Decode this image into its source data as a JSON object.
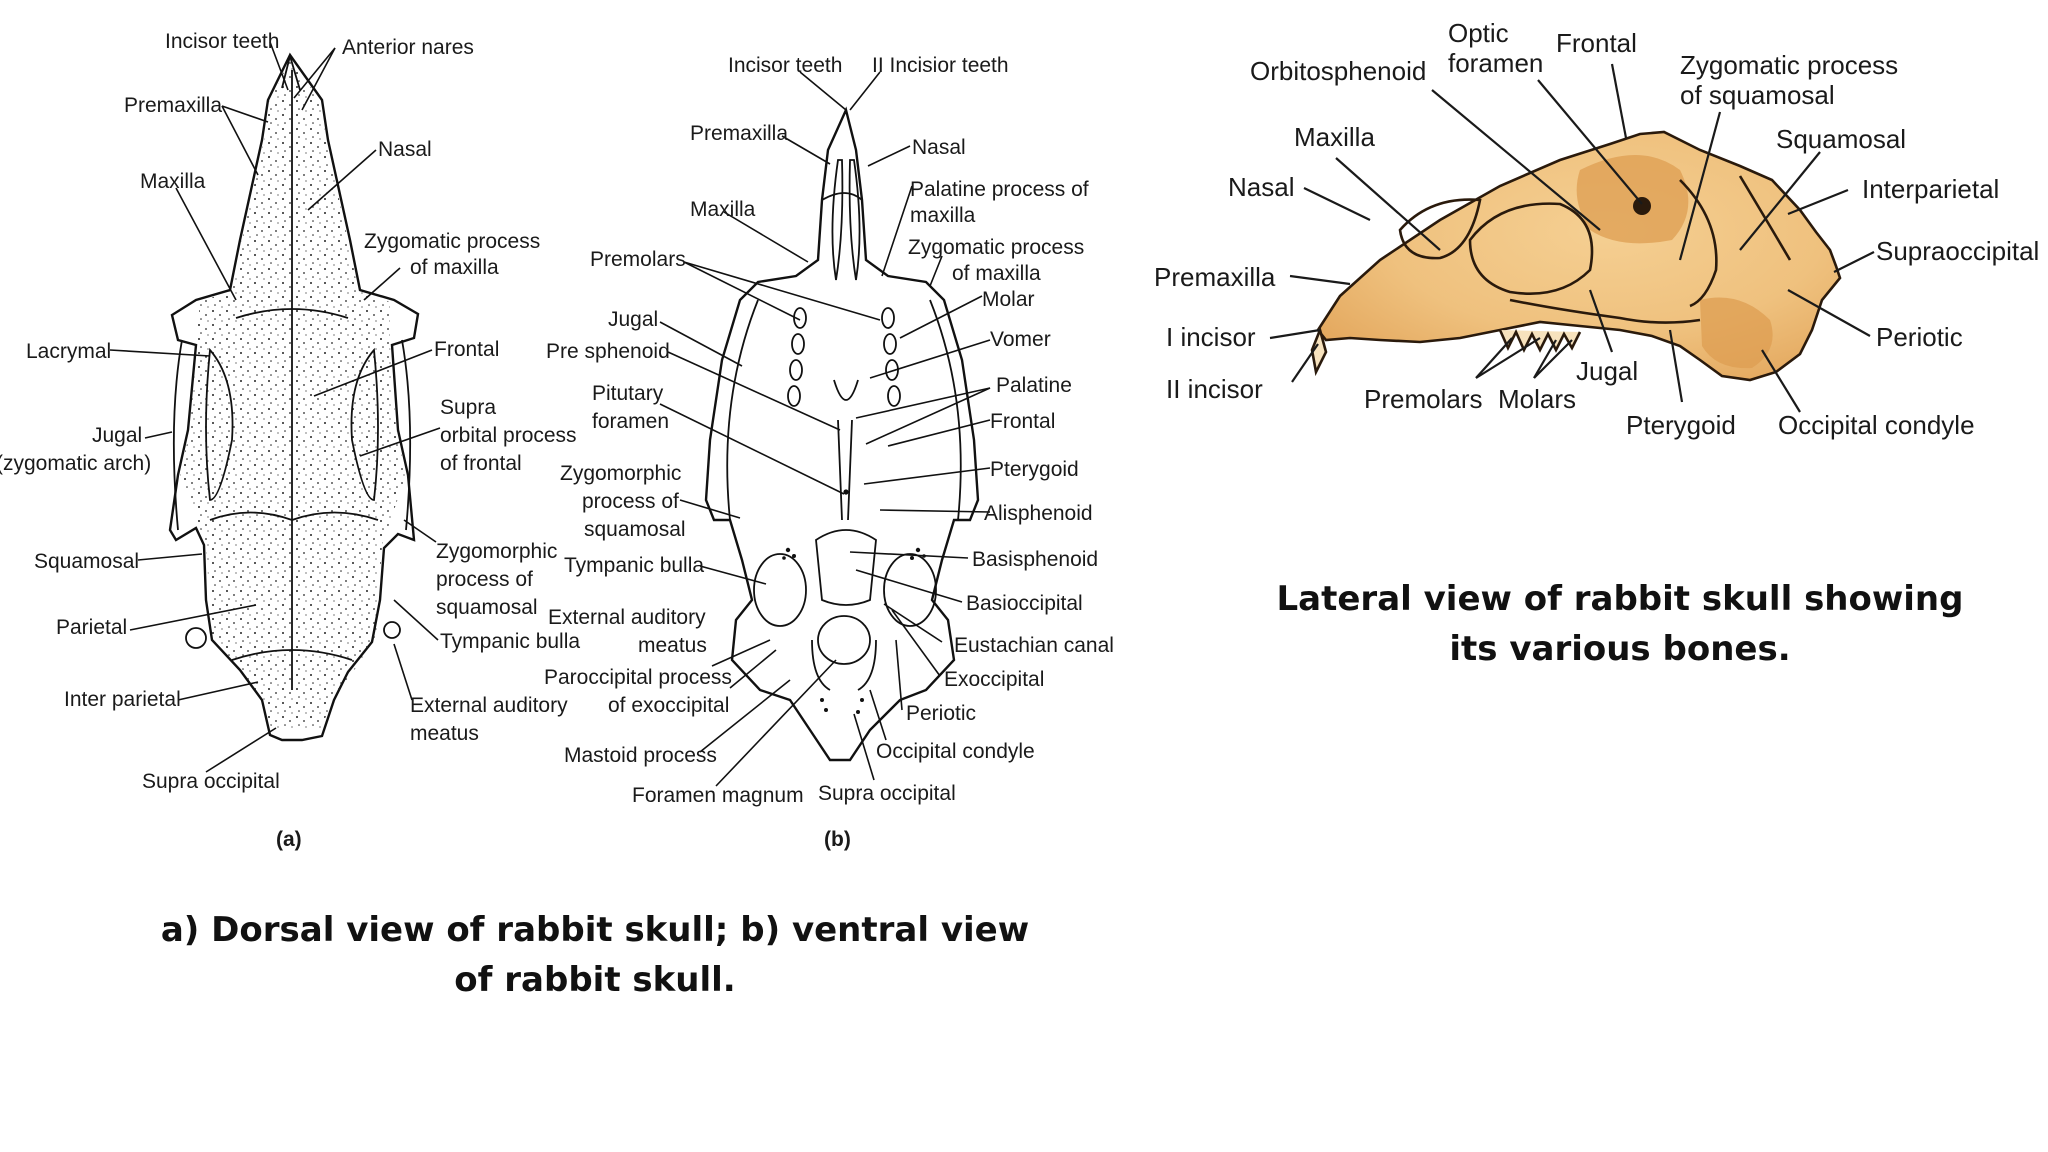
{
  "colors": {
    "background": "#ffffff",
    "line_art": "#111111",
    "lateral_bone": "#efc17e",
    "lateral_bone_dark": "#d9953f"
  },
  "captions": {
    "dorsal_ventral": "a) Dorsal view of rabbit skull; b) ventral view of rabbit skull.",
    "lateral": "Lateral view of rabbit skull showing its various bones."
  },
  "panel_a": {
    "tag": "(a)",
    "labels": {
      "incisor_teeth": "Incisor teeth",
      "anterior_nares": "Anterior nares",
      "premaxilla": "Premaxilla",
      "nasal": "Nasal",
      "maxilla": "Maxilla",
      "zygomatic_process_l1": "Zygomatic process",
      "zygomatic_process_l2": "of maxilla",
      "lacrymal": "Lacrymal",
      "frontal": "Frontal",
      "supra_orbital_l1": "Supra",
      "supra_orbital_l2": "orbital process",
      "supra_orbital_l3": "of frontal",
      "jugal_l1": "Jugal",
      "jugal_l2": "(zygomatic arch)",
      "squamosal": "Squamosal",
      "zygomorphic_l1": "Zygomorphic",
      "zygomorphic_l2": "process of",
      "zygomorphic_l3": "squamosal",
      "parietal": "Parietal",
      "tympanic_bulla": "Tympanic bulla",
      "inter_parietal": "Inter parietal",
      "external_auditory_l1": "External auditory",
      "external_auditory_l2": "meatus",
      "supra_occipital": "Supra occipital"
    }
  },
  "panel_b": {
    "tag": "(b)",
    "labels": {
      "incisor_teeth": "Incisor teeth",
      "ii_incisor_teeth": "II Incisior teeth",
      "premaxilla": "Premaxilla",
      "nasal": "Nasal",
      "palatine_process_l1": "Palatine process of",
      "palatine_process_l2": "maxilla",
      "maxilla": "Maxilla",
      "zygomatic_process_l1": "Zygomatic process",
      "zygomatic_process_l2": "of maxilla",
      "premolars": "Premolars",
      "molar": "Molar",
      "jugal": "Jugal",
      "vomer": "Vomer",
      "pre_sphenoid": "Pre sphenoid",
      "palatine": "Palatine",
      "pituitary_l1": "Pitutary",
      "pituitary_l2": "foramen",
      "frontal": "Frontal",
      "zygomorphic_l1": "Zygomorphic",
      "zygomorphic_l2": "process of",
      "zygomorphic_l3": "squamosal",
      "pterygoid": "Pterygoid",
      "alisphenoid": "Alisphenoid",
      "tympanic_bulla": "Tympanic bulla",
      "basisphenoid": "Basisphenoid",
      "basioccipital": "Basioccipital",
      "external_auditory_l1": "External auditory",
      "external_auditory_l2": "meatus",
      "eustachian_canal": "Eustachian canal",
      "paroccipital_l1": "Paroccipital process",
      "paroccipital_l2": "of exoccipital",
      "exoccipital": "Exoccipital",
      "periotic": "Periotic",
      "mastoid_process": "Mastoid process",
      "occipital_condyle": "Occipital condyle",
      "foramen_magnum": "Foramen magnum",
      "supra_occipital": "Supra occipital"
    }
  },
  "panel_lateral": {
    "labels": {
      "optic_l1": "Optic",
      "optic_l2": "foramen",
      "frontal": "Frontal",
      "orbitosphenoid": "Orbitosphenoid",
      "zygomatic_l1": "Zygomatic process",
      "zygomatic_l2": "of squamosal",
      "maxilla": "Maxilla",
      "squamosal": "Squamosal",
      "nasal": "Nasal",
      "interparietal": "Interparietal",
      "supraoccipital": "Supraoccipital",
      "premaxilla": "Premaxilla",
      "i_incisor": "I incisor",
      "periotic": "Periotic",
      "jugal": "Jugal",
      "ii_incisor": "II incisor",
      "premolars": "Premolars",
      "molars": "Molars",
      "pterygoid": "Pterygoid",
      "occipital_condyle": "Occipital condyle"
    }
  }
}
